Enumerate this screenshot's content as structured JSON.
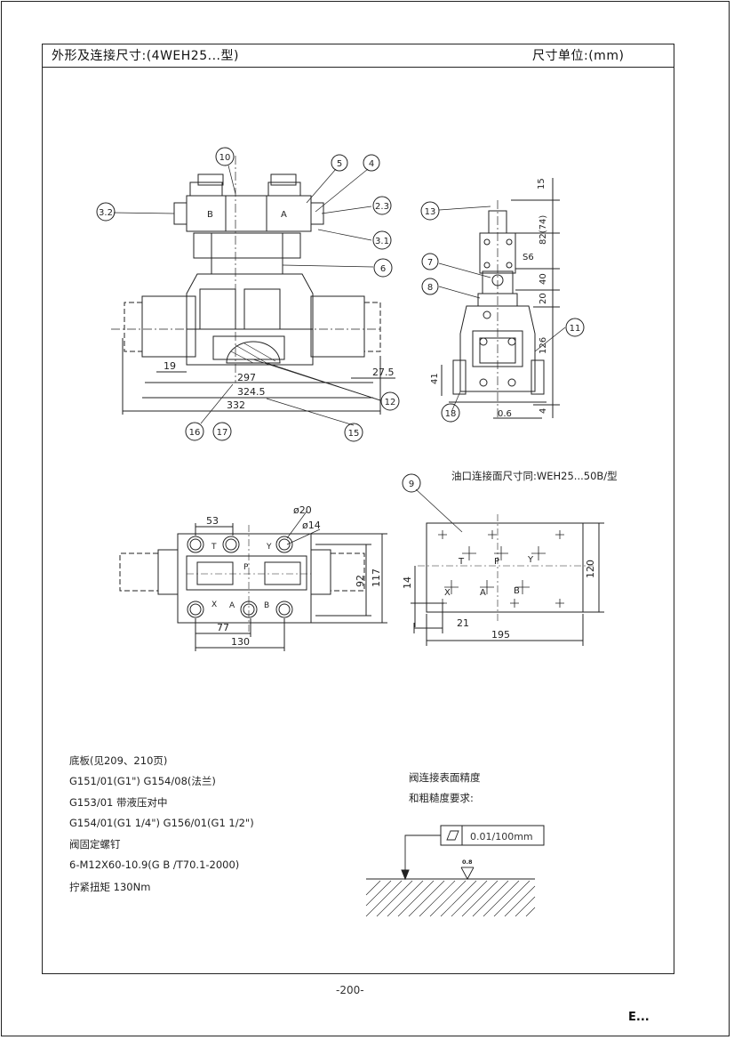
{
  "header": {
    "title": "外形及连接尺寸:(4WEH25...型)",
    "unit": "尺寸单位:(mm)"
  },
  "drawing_front": {
    "dims": [
      "19",
      "297",
      "324.5",
      "332",
      "27.5"
    ],
    "callouts": [
      "10",
      "5",
      "4",
      "3.2",
      "2.3",
      "3.1",
      "6",
      "12",
      "16",
      "17",
      "15"
    ],
    "letters": [
      "B",
      "A"
    ]
  },
  "drawing_side": {
    "dims": [
      "15",
      "82(74)",
      "S6",
      "40",
      "20",
      "126",
      "41",
      "0.6",
      "4"
    ],
    "callouts": [
      "13",
      "7",
      "8",
      "11",
      "18"
    ]
  },
  "drawing_top": {
    "dims": [
      "53",
      "ø20",
      "ø14",
      "92",
      "117",
      "77",
      "130"
    ],
    "letters": [
      "T",
      "P",
      "X",
      "Y",
      "B",
      "A"
    ]
  },
  "drawing_interface": {
    "caption": "油口连接面尺寸同:WEH25...50B/型",
    "callout": "9",
    "ports": [
      "T",
      "P",
      "Y",
      "X",
      "A",
      "B"
    ],
    "dims": [
      "14",
      "21",
      "195",
      "120"
    ]
  },
  "notes": [
    "底板(见209、210页)",
    "G151/01(G1\")   G154/08(法兰)",
    "G153/01 带液压对中",
    "G154/01(G1 1/4\") G156/01(G1 1/2\")",
    "阀固定螺钉",
    "6-M12X60-10.9(G B /T70.1-2000)",
    "拧紧扭矩 130Nm"
  ],
  "surface": {
    "label_line1": "阀连接表面精度",
    "label_line2": "和粗糙度要求:",
    "flatness": "0.01/100mm",
    "roughness": "0.8"
  },
  "footer": {
    "page": "-200-",
    "corner": "E..."
  }
}
